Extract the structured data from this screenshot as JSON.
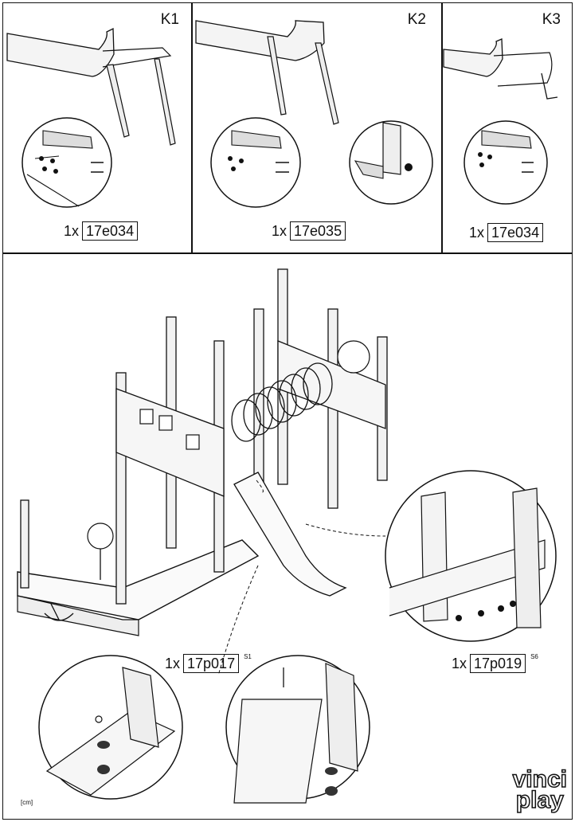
{
  "panels": [
    {
      "label": "K1",
      "qty": "1x",
      "code": "17e034"
    },
    {
      "label": "K2",
      "qty": "1x",
      "code": "17e035"
    },
    {
      "label": "K3",
      "qty": "1x",
      "code": "17e034"
    }
  ],
  "parts": [
    {
      "qty": "1x",
      "code": "17p017",
      "sup": "S1"
    },
    {
      "qty": "1x",
      "code": "17p019",
      "sup": "S6"
    }
  ],
  "unit": "[cm]",
  "brand": {
    "line1": "vinci",
    "line2": "play"
  }
}
